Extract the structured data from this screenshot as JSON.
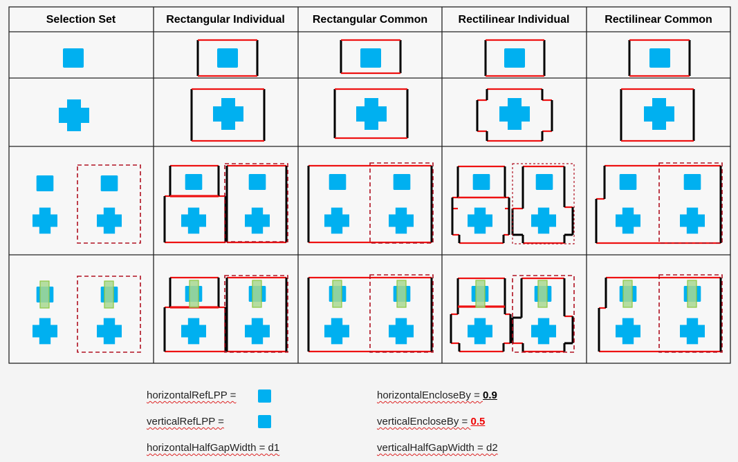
{
  "columns": [
    "Selection Set",
    "Rectangular Individual",
    "Rectangular Common",
    "Rectilinear Individual",
    "Rectilinear Common"
  ],
  "legend": {
    "horizontal_ref": {
      "label": "horizontalRefLPP ="
    },
    "vertical_ref": {
      "label": "verticalRefLPP ="
    },
    "horizontal_gap": {
      "label": "horizontalHalfGapWidth = d1"
    },
    "horizontal_enclose": {
      "label": "horizontalEncloseBy = ",
      "value": "0.9"
    },
    "vertical_enclose": {
      "label": "verticalEncloseBy = ",
      "value": "0.5"
    },
    "vertical_gap": {
      "label": "verticalHalfGapWidth = d2"
    }
  },
  "colors": {
    "ref_shape": "#00b0f0",
    "vertical_ref": "#a8d890",
    "horizontal_edge": "#ee1111",
    "vertical_edge": "#000000",
    "selection_dash": "#b01020",
    "grid": "#222222"
  }
}
